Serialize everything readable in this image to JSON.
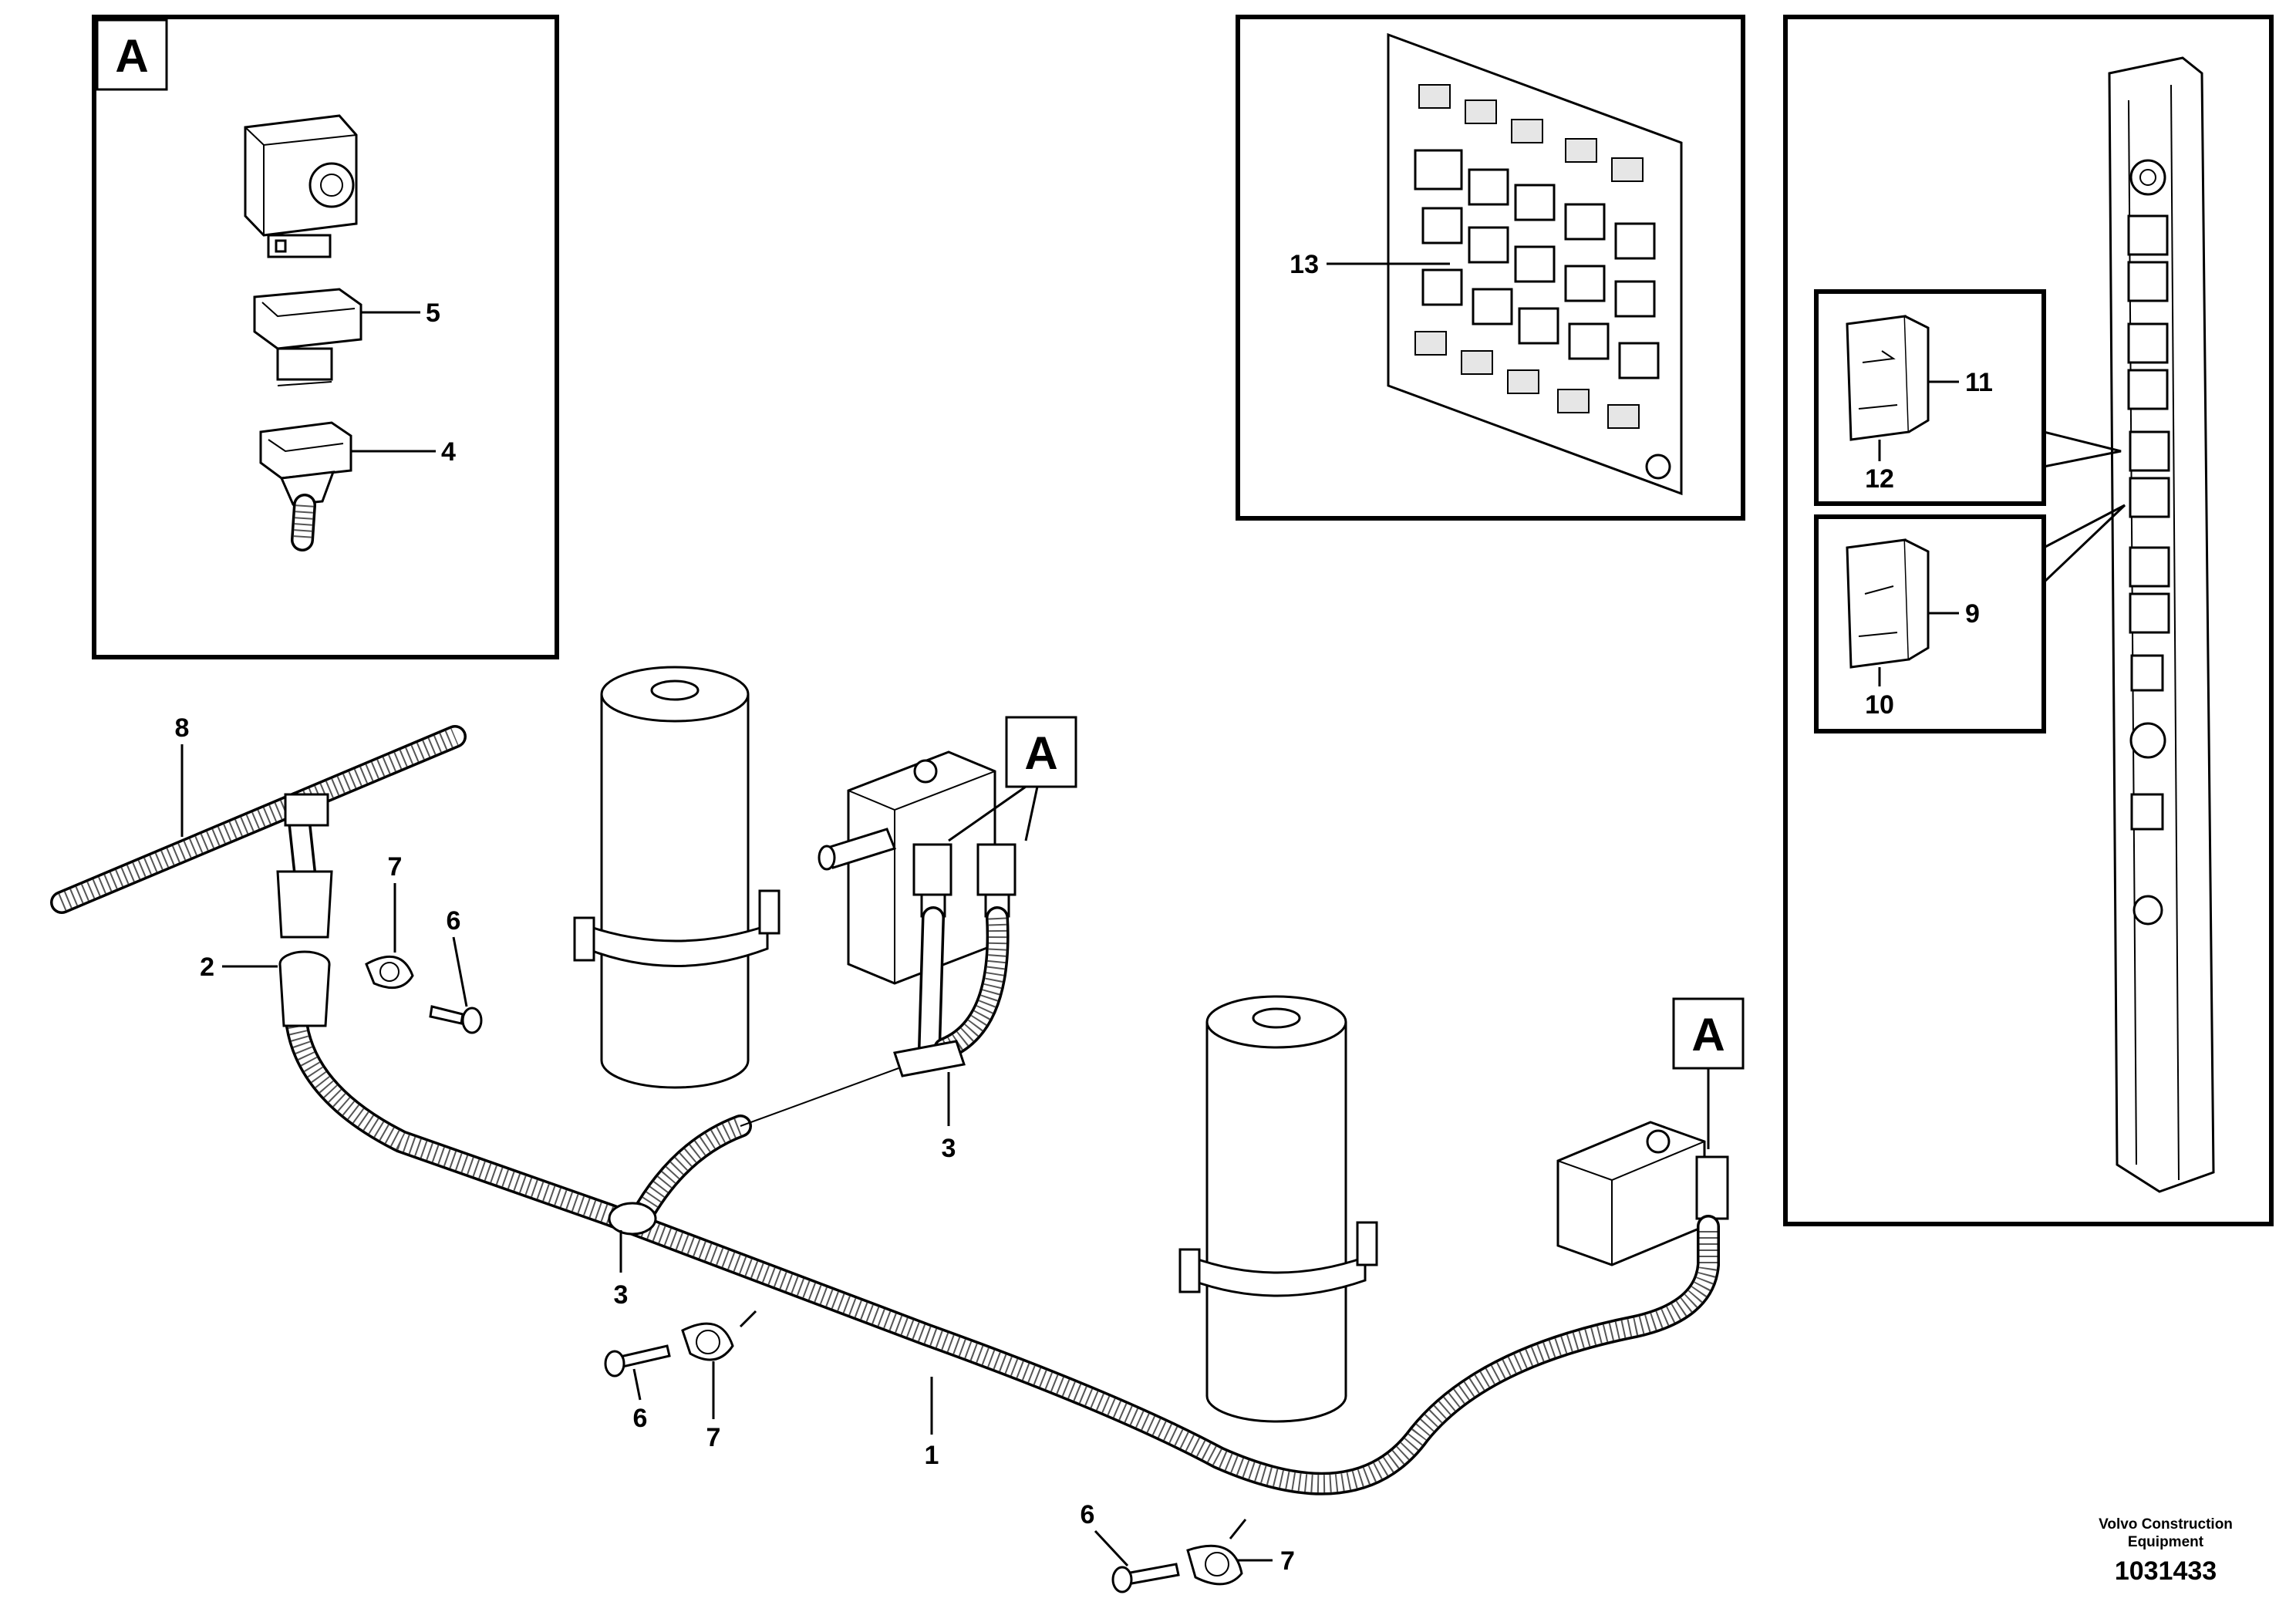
{
  "detail_letter": "A",
  "callouts": {
    "c1": "1",
    "c2": "2",
    "c3a": "3",
    "c3b": "3",
    "c4": "4",
    "c5": "5",
    "c6a": "6",
    "c6b": "6",
    "c6c": "6",
    "c7a": "7",
    "c7b": "7",
    "c7c": "7",
    "c8": "8",
    "c9": "9",
    "c10": "10",
    "c11": "11",
    "c12": "12",
    "c13": "13"
  },
  "footer": {
    "brand_line1": "Volvo Construction",
    "brand_line2": "Equipment",
    "drawing_number": "1031433"
  }
}
